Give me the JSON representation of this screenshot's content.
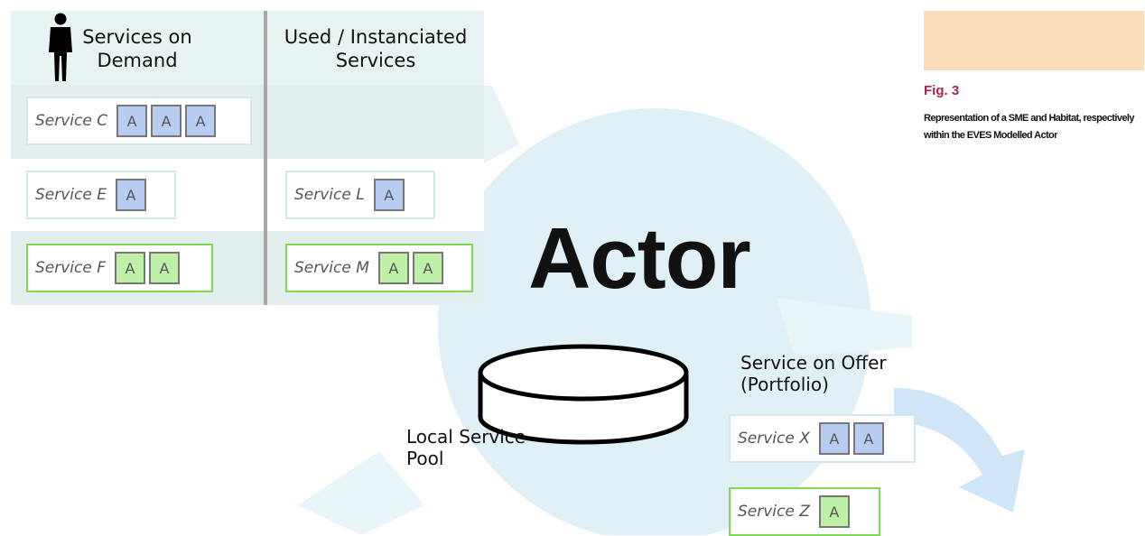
{
  "headers": {
    "left": "Services on Demand",
    "right": "Used / Instanciated Services"
  },
  "left_services": [
    {
      "name": "Service C",
      "agents": [
        "A",
        "A",
        "A"
      ]
    },
    {
      "name": "Service E",
      "agents": [
        "A"
      ]
    },
    {
      "name": "Service F",
      "agents": [
        "A",
        "A"
      ]
    }
  ],
  "right_services": [
    {
      "name": "Service L",
      "agents": [
        "A"
      ]
    },
    {
      "name": "Service M",
      "agents": [
        "A",
        "A"
      ]
    }
  ],
  "actor": {
    "title": "Actor",
    "pool_label": "Local Service Pool",
    "offer_title": "Service on Offer (Portfolio)"
  },
  "offer_services": [
    {
      "name": "Service X",
      "agents": [
        "A",
        "A"
      ]
    },
    {
      "name": "Service Z",
      "agents": [
        "A"
      ]
    }
  ],
  "figure": {
    "number": "Fig. 3",
    "caption": "Representation of a SME and Habitat, respectively within the EVES Modelled Actor"
  },
  "colors": {
    "blue_border": "#cfe8ee",
    "green_border": "#7ed957",
    "agent_blue": "#b8cdf2",
    "agent_green": "#bff0a8",
    "circle_light": "#dff1f7",
    "band_light": "#e8f3f4",
    "swatch": "#fbdcbb",
    "fig_number": "#b0224e"
  },
  "icons": [
    "person-icon",
    "database-icon",
    "flow-arrow-icon"
  ]
}
